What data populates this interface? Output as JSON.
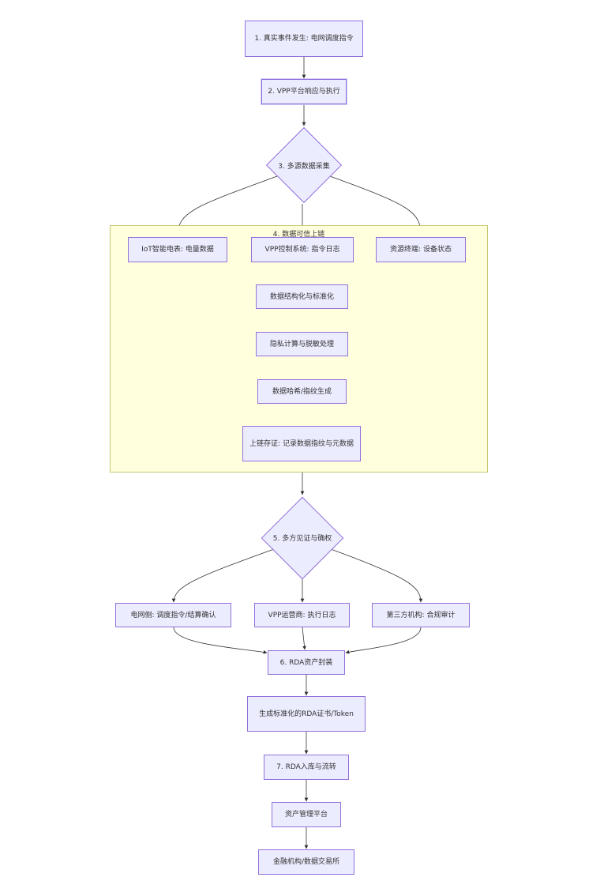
{
  "nodes": {
    "n1": "1. 真实事件发生: 电网调度指令",
    "n2": "2. VPP平台响应与执行",
    "n3": "3. 多源数据采集",
    "iot": "IoT智能电表: 电量数据",
    "vpp_ctrl": "VPP控制系统: 指令日志",
    "res_term": "资源终端: 设备状态",
    "structure": "数据结构化与标准化",
    "privacy": "隐私计算与脱敏处理",
    "hash": "数据哈希/指纹生成",
    "onchain": "上链存证: 记录数据指纹与元数据",
    "n5": "5. 多方见证与确权",
    "grid": "电网侧: 调度指令/结算确认",
    "vpp_op": "VPP运营商: 执行日志",
    "third": "第三方机构: 合规审计",
    "n6": "6. RDA资产封装",
    "rda_cert": "生成标准化的RDA证书/Token",
    "n7": "7. RDA入库与流转",
    "asset_mgmt": "资产管理平台",
    "finance": "金融机构/数据交易所"
  },
  "cluster": {
    "title": "4. 数据可信上链"
  },
  "colors": {
    "node_fill": "#ececff",
    "node_border": "#9370db",
    "cluster_fill": "#ffffde",
    "edge": "#333333"
  }
}
